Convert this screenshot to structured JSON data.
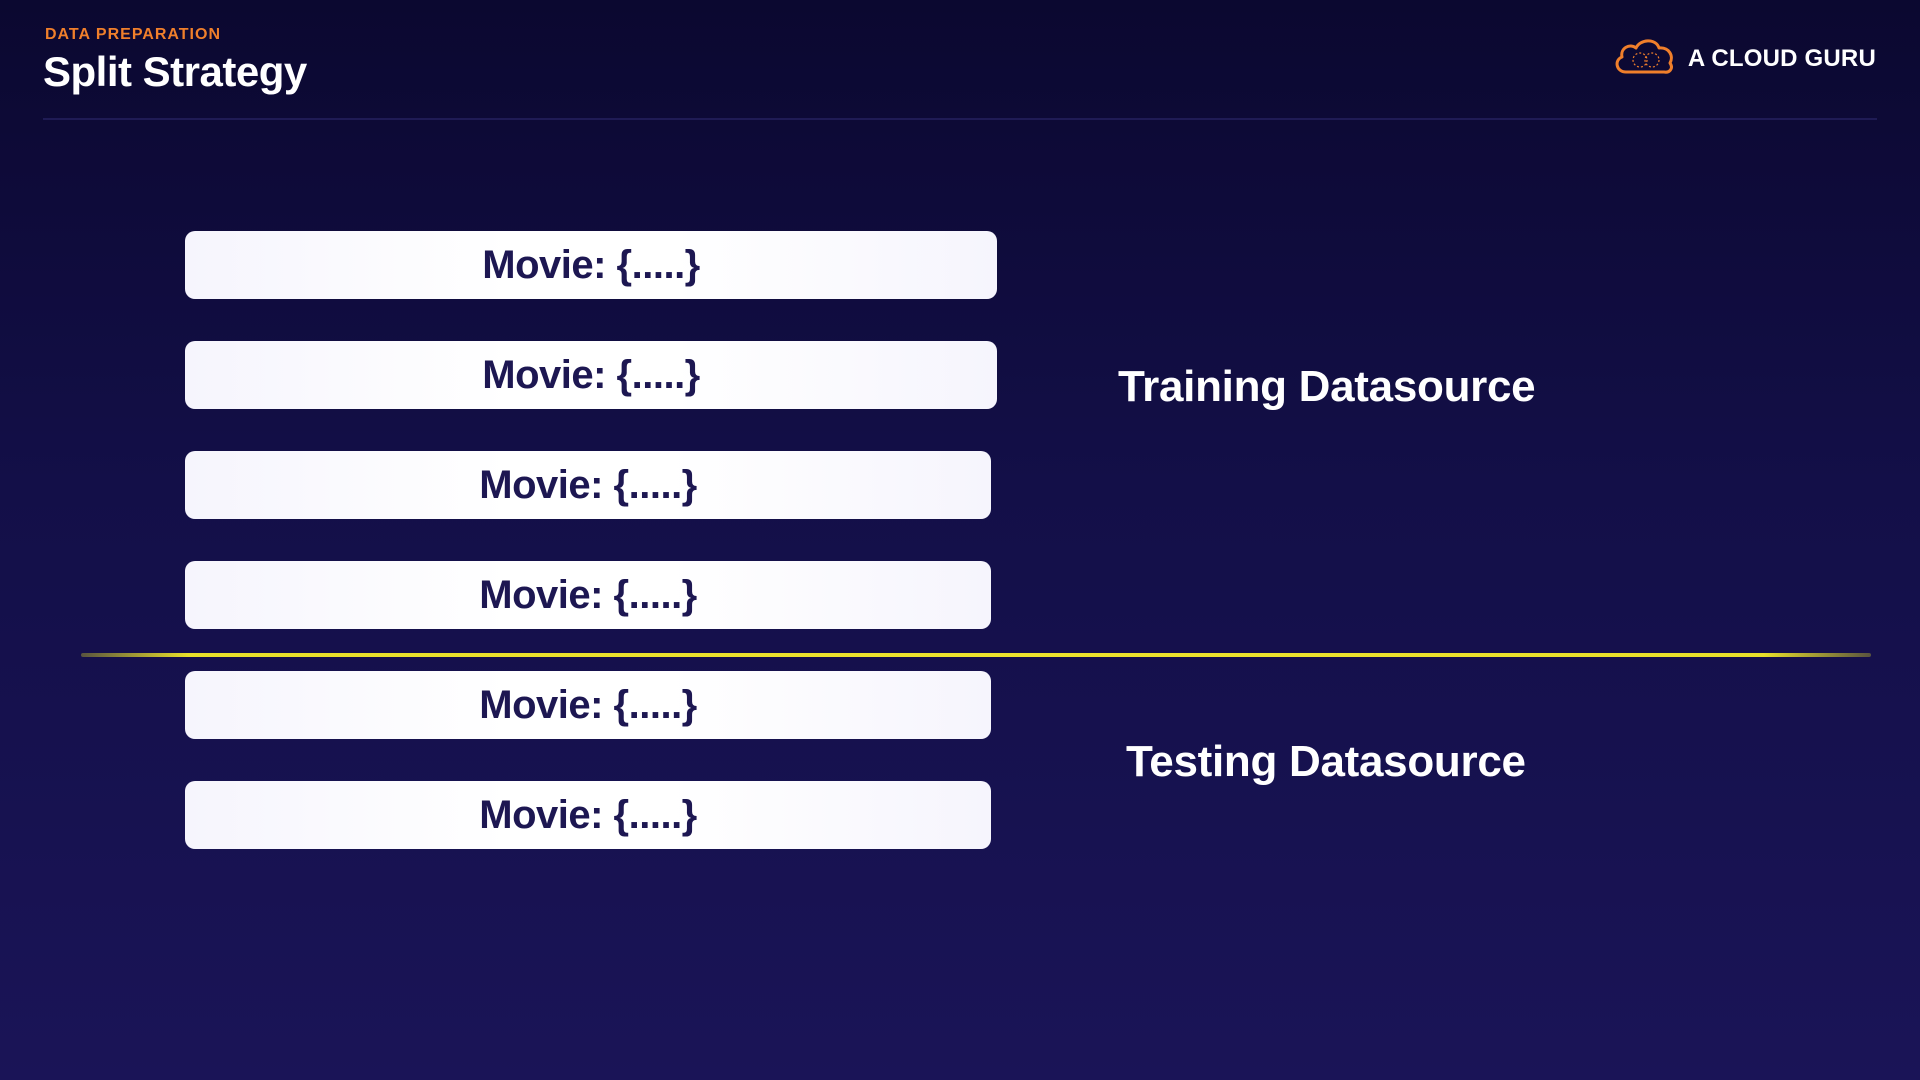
{
  "header": {
    "eyebrow": "DATA PREPARATION",
    "title": "Split Strategy",
    "brand": "A CLOUD GURU"
  },
  "records": [
    {
      "label": "Movie: {.....}"
    },
    {
      "label": "Movie: {.....}"
    },
    {
      "label": "Movie: {.....}"
    },
    {
      "label": "Movie: {.....}"
    },
    {
      "label": "Movie: {.....}"
    },
    {
      "label": "Movie: {.....}"
    }
  ],
  "groups": {
    "training": "Training Datasource",
    "testing": "Testing Datasource"
  },
  "colors": {
    "background": "#130f48",
    "accent_orange": "#f07f2b",
    "split_line": "#ece32d",
    "card": "#ffffff",
    "card_text": "#1d1752"
  },
  "icons": {
    "logo": "cloud-icon"
  }
}
